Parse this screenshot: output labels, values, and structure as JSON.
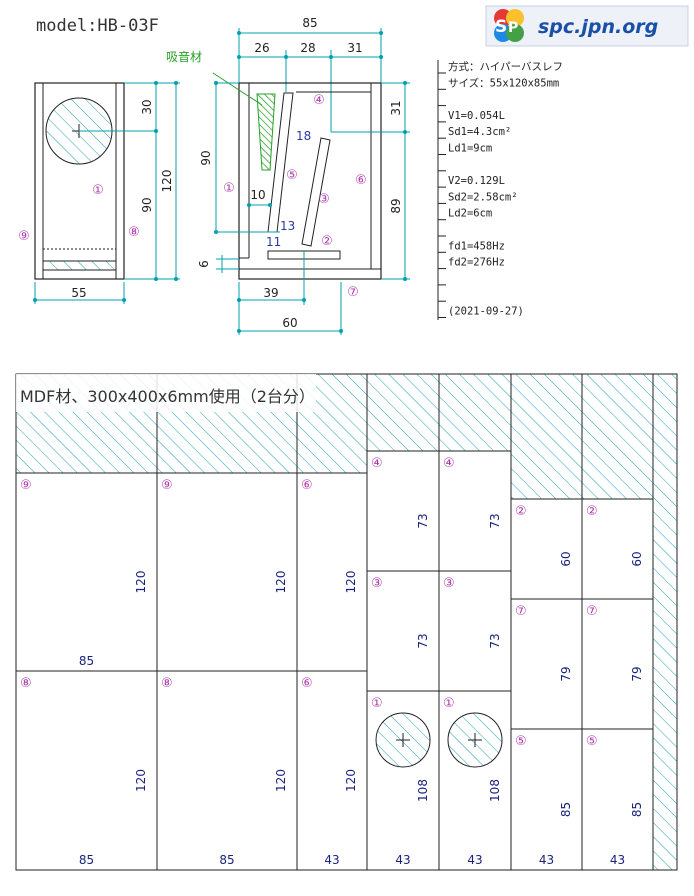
{
  "header": {
    "model": "model:HB-03F",
    "logo_text": "spc.jpn.org",
    "logo_colors": [
      "#e53935",
      "#fbc02d",
      "#1e88e5",
      "#43a047"
    ]
  },
  "colors": {
    "dimension_line": "#00a0b0",
    "hatch": "#20a0b8",
    "part_number": "#b03cb0",
    "blue_label": "#2a3aa0",
    "absorber_label": "#28a028"
  },
  "front_view": {
    "dims": {
      "width": "55",
      "height": "120",
      "upper": "30",
      "lower": "90"
    },
    "labels": {
      "baffle": "①",
      "side_left": "⑨",
      "side_right": "⑧"
    }
  },
  "side_view": {
    "absorber_label": "吸音材",
    "dims": {
      "total_width": "85",
      "seg1": "26",
      "seg2": "28",
      "seg3": "31",
      "right_top": "31",
      "right_bottom": "89",
      "left_height": "90",
      "bottom_gap": "6",
      "bottom_39": "39",
      "bottom_60": "60",
      "inner_10": "10"
    },
    "blue_labels": {
      "b18": "18",
      "b13": "13",
      "b11": "11"
    },
    "labels": {
      "p1": "①",
      "p2": "②",
      "p3": "③",
      "p4": "④",
      "p5": "⑤",
      "p6": "⑥",
      "p7": "⑦"
    }
  },
  "specs": {
    "lines": [
      "方式：ハイパーバスレフ",
      "サイズ：55x120x85mm",
      "",
      "V1=0.054L",
      "Sd1=4.3cm²",
      "Ld1=9cm",
      "",
      "V2=0.129L",
      "Sd2=2.58cm²",
      "Ld2=6cm",
      "",
      "fd1=458Hz",
      "fd2=276Hz",
      "",
      "",
      "(2021-09-27)"
    ]
  },
  "cut_sheet": {
    "banner": "MDF材、300x400x6mm使用（2台分）",
    "pieces": [
      {
        "id": "⑨",
        "w": "85",
        "h": "120"
      },
      {
        "id": "⑨",
        "w": "",
        "h": "120"
      },
      {
        "id": "⑥",
        "w": "",
        "h": "120"
      },
      {
        "id": "⑧",
        "w": "85",
        "h": "120"
      },
      {
        "id": "⑧",
        "w": "85",
        "h": "120"
      },
      {
        "id": "⑥",
        "w": "43",
        "h": "120"
      },
      {
        "id": "④",
        "w": "",
        "h": "73"
      },
      {
        "id": "④",
        "w": "",
        "h": "73"
      },
      {
        "id": "③",
        "w": "",
        "h": "73"
      },
      {
        "id": "③",
        "w": "",
        "h": "73"
      },
      {
        "id": "①",
        "w": "43",
        "h": "108"
      },
      {
        "id": "①",
        "w": "43",
        "h": "108"
      },
      {
        "id": "②",
        "w": "",
        "h": "60"
      },
      {
        "id": "②",
        "w": "",
        "h": "60"
      },
      {
        "id": "⑦",
        "w": "",
        "h": "79"
      },
      {
        "id": "⑦",
        "w": "",
        "h": "79"
      },
      {
        "id": "⑤",
        "w": "43",
        "h": "85"
      },
      {
        "id": "⑤",
        "w": "43",
        "h": "85"
      }
    ]
  }
}
